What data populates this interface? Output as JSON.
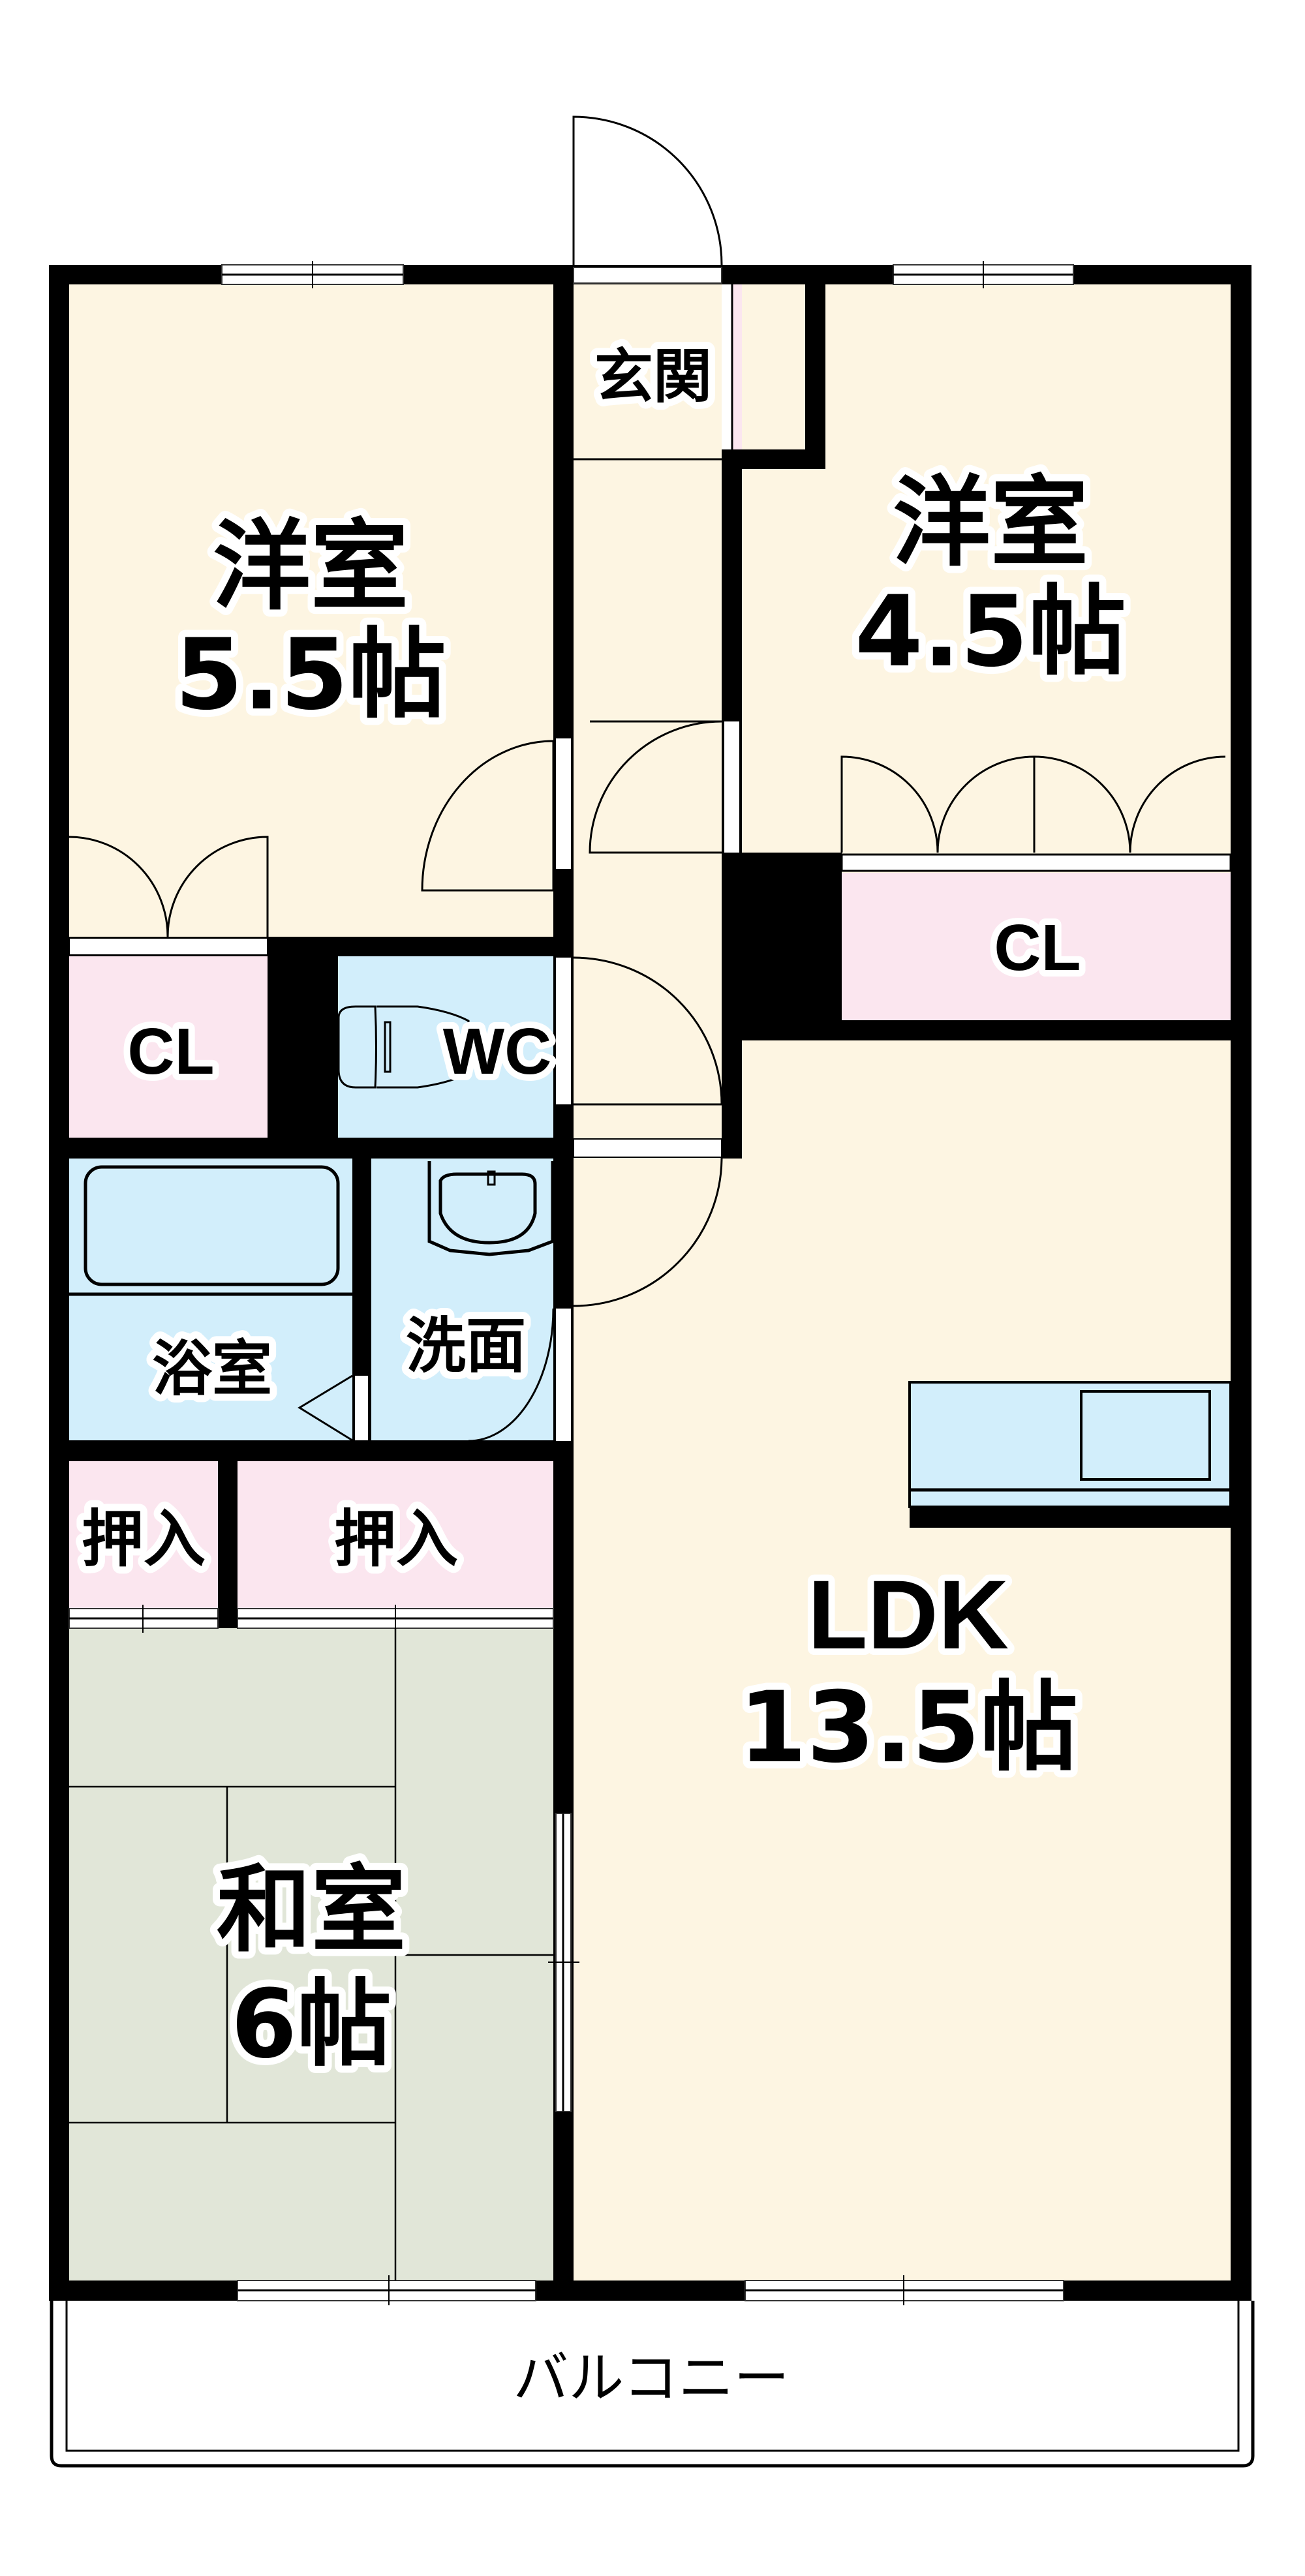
{
  "floorplan": {
    "colors": {
      "room_floor": "#fdf5e2",
      "closet": "#fbe6ef",
      "wet_area": "#d2eefb",
      "tatami": "#e1e6d8",
      "wall": "#000000",
      "window": "#ffffff"
    },
    "rooms": {
      "western_room_1": {
        "name": "洋室",
        "size": "5.5帖"
      },
      "western_room_2": {
        "name": "洋室",
        "size": "4.5帖"
      },
      "entrance": {
        "name": "玄関"
      },
      "closet_1": {
        "name": "CL"
      },
      "closet_2": {
        "name": "CL"
      },
      "toilet": {
        "name": "WC"
      },
      "bathroom": {
        "name": "浴室"
      },
      "washroom": {
        "name": "洗面"
      },
      "oshiire_1": {
        "name": "押入"
      },
      "oshiire_2": {
        "name": "押入"
      },
      "japanese_room": {
        "name": "和室",
        "size": "6帖"
      },
      "ldk": {
        "name": "LDK",
        "size": "13.5帖"
      },
      "balcony": {
        "name": "バルコニー"
      }
    }
  }
}
